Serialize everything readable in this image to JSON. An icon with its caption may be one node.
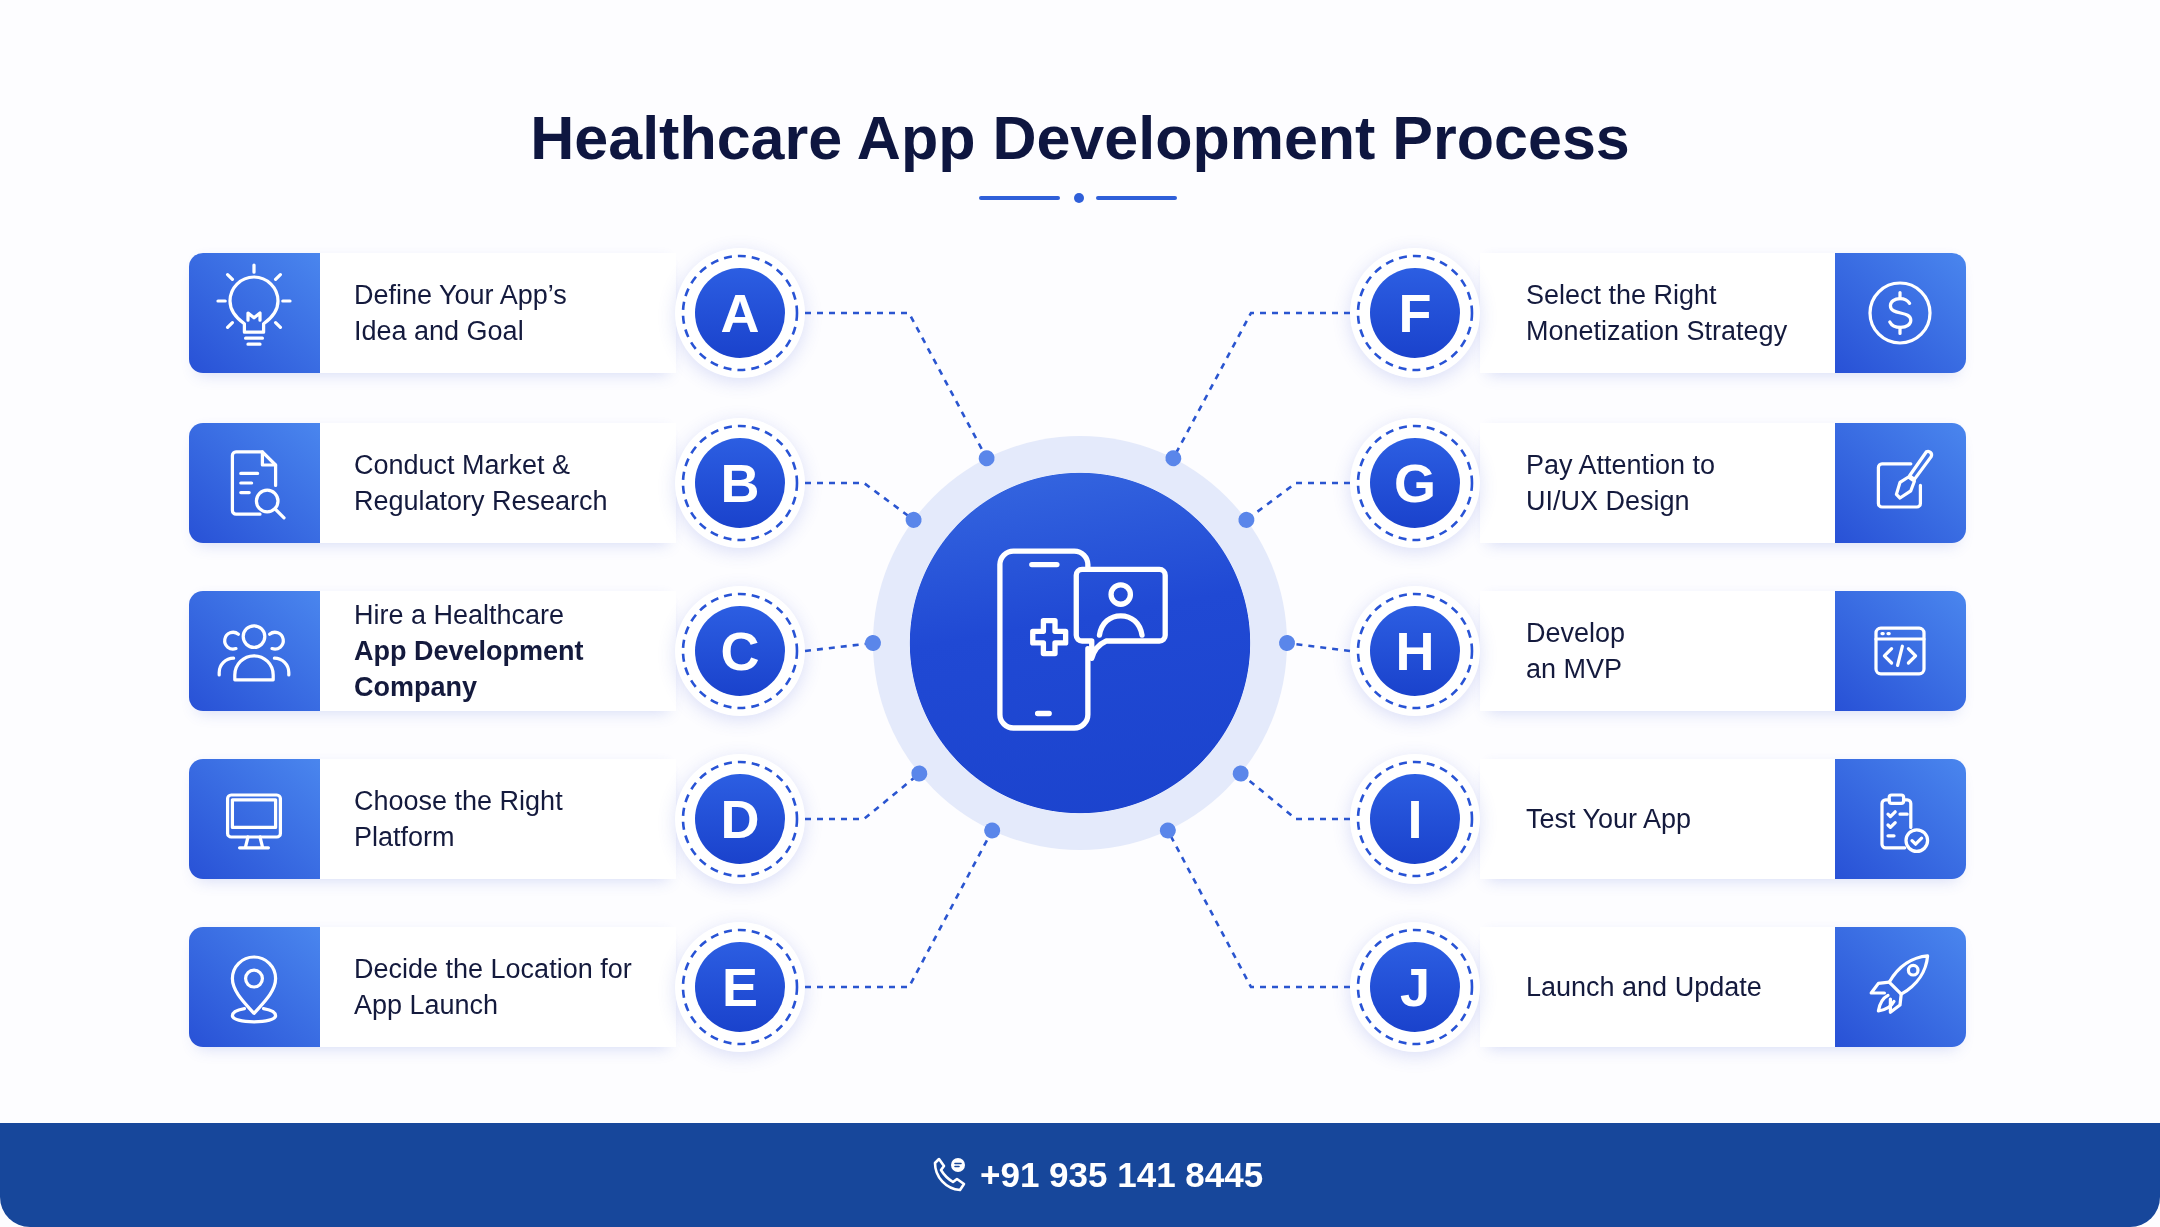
{
  "diagram": {
    "title": "Healthcare App Development Process",
    "nodes": [
      {
        "text": [
          "Define Your App’s Idea and Goal"
        ]
      },
      {
        "text": [
          "A"
        ]
      },
      {
        "text": [
          "Conduct Market & Regulatory Research"
        ]
      },
      {
        "text": [
          "B"
        ]
      },
      {
        "text": [
          "Hire a Healthcare **App Development Company**"
        ]
      },
      {
        "text": [
          "C"
        ]
      },
      {
        "text": [
          "Choose the Right Platform"
        ]
      },
      {
        "text": [
          "D"
        ]
      },
      {
        "text": [
          "Decide the Location for App Launch"
        ]
      },
      {
        "text": [
          "E"
        ]
      },
      {
        "text": [],
        "shape": "circle"
      },
      {
        "text": [
          "F"
        ]
      },
      {
        "text": [
          "Select the Right Monetization Strategy"
        ]
      },
      {
        "text": [
          "G"
        ]
      },
      {
        "text": [
          "Pay Attention to UI/UX Design"
        ]
      },
      {
        "text": [
          "H"
        ]
      },
      {
        "text": [
          "Develop an MVP"
        ]
      },
      {
        "text": [
          "I"
        ]
      },
      {
        "text": [
          "Test Your App"
        ]
      },
      {
        "text": [
          "J"
        ]
      },
      {
        "text": [
          "Launch and Update"
        ]
      }
    ],
    "edges": [
      {
        "from": 1,
        "to": 10,
        "arrow": "other",
        "style": "dashed"
      },
      {
        "from": 3,
        "to": 10,
        "arrow": "other",
        "style": "dashed"
      },
      {
        "from": 5,
        "to": 10,
        "arrow": "other",
        "style": "dashed"
      },
      {
        "from": 7,
        "to": 10,
        "arrow": "other",
        "style": "dashed"
      },
      {
        "from": 9,
        "to": 10,
        "arrow": "other",
        "style": "dashed"
      },
      {
        "from": 11,
        "to": 10,
        "arrow": "other",
        "style": "dashed"
      },
      {
        "from": 13,
        "to": 10,
        "arrow": "other",
        "style": "dashed"
      },
      {
        "from": 15,
        "to": 10,
        "arrow": "other",
        "style": "dashed"
      },
      {
        "from": 17,
        "to": 10,
        "arrow": "other",
        "style": "dashed"
      },
      {
        "from": 19,
        "to": 10,
        "arrow": "other",
        "style": "dashed"
      }
    ],
    "labels": [
      "+91 935 141 8445"
    ]
  }
}
